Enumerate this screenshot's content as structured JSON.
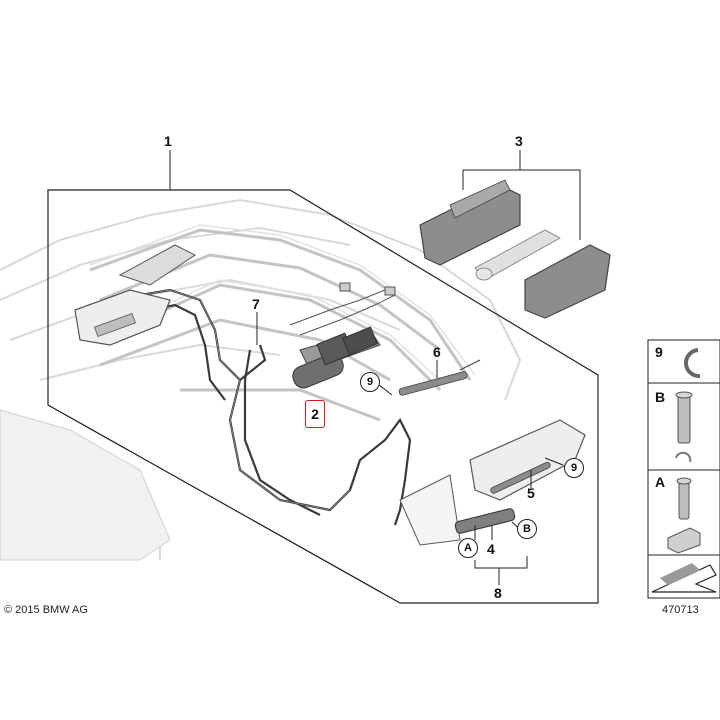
{
  "diagram": {
    "callouts": {
      "n1": "1",
      "n2": "2",
      "n3": "3",
      "n4": "4",
      "n5": "5",
      "n6": "6",
      "n7": "7",
      "n8": "8",
      "n9a": "9",
      "n9b": "9",
      "ca": "A",
      "cb": "B"
    },
    "legend": {
      "item9": "9",
      "itemB": "B",
      "itemA": "A"
    },
    "copyright": "© 2015 BMW AG",
    "image_number": "470713",
    "highlight_color": "#d41f1f"
  }
}
